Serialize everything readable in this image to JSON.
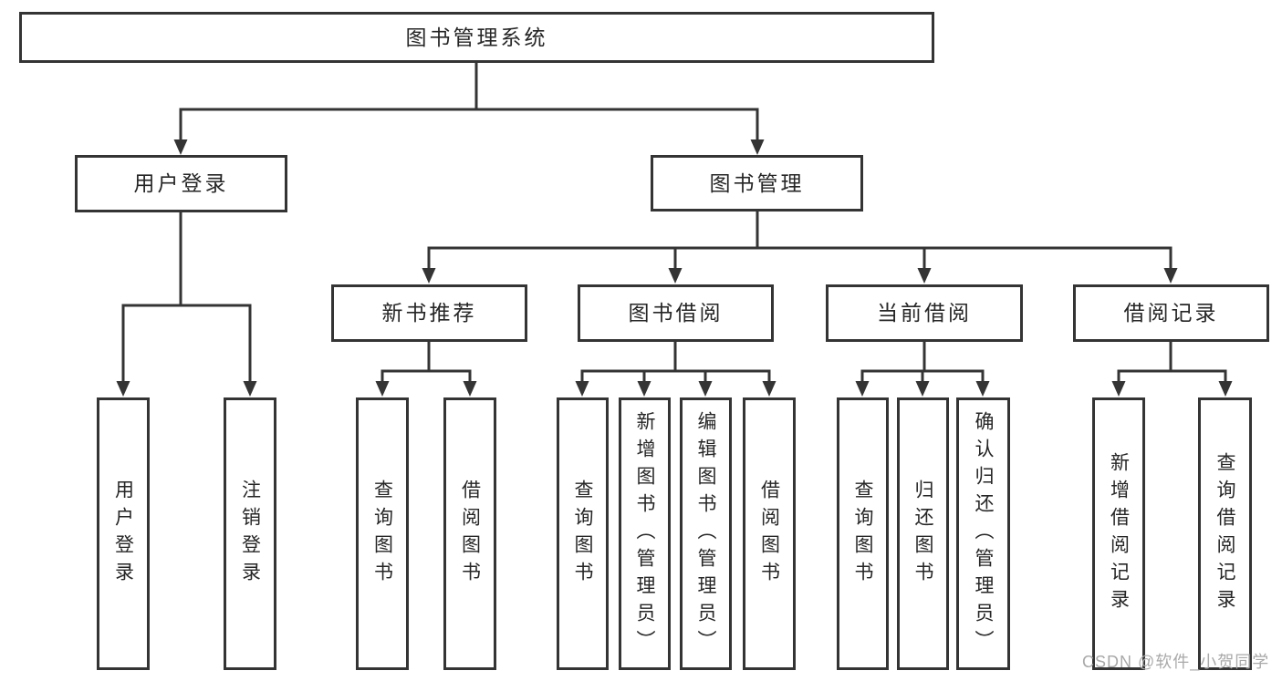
{
  "colors": {
    "line": "#343434",
    "box_border": "#343434",
    "text": "#262626",
    "watermark": "#a9a9a9",
    "background": "#ffffff"
  },
  "watermark": {
    "text": "CSDN @软件_小贺同学"
  },
  "tree": {
    "root": {
      "label": "图书管理系统"
    },
    "branches": [
      {
        "label": "用户登录",
        "children": [
          {
            "label": "用户登录"
          },
          {
            "label": "注销登录"
          }
        ]
      },
      {
        "label": "图书管理",
        "children": [
          {
            "label": "新书推荐",
            "children": [
              {
                "label": "查询图书"
              },
              {
                "label": "借阅图书"
              }
            ]
          },
          {
            "label": "图书借阅",
            "children": [
              {
                "label": "查询图书"
              },
              {
                "label": "新增图书（管理员）"
              },
              {
                "label": "编辑图书（管理员）"
              },
              {
                "label": "借阅图书"
              }
            ]
          },
          {
            "label": "当前借阅",
            "children": [
              {
                "label": "查询图书"
              },
              {
                "label": "归还图书"
              },
              {
                "label": "确认归还（管理员）"
              }
            ]
          },
          {
            "label": "借阅记录",
            "children": [
              {
                "label": "新增借阅记录"
              },
              {
                "label": "查询借阅记录"
              }
            ]
          }
        ]
      }
    ]
  }
}
